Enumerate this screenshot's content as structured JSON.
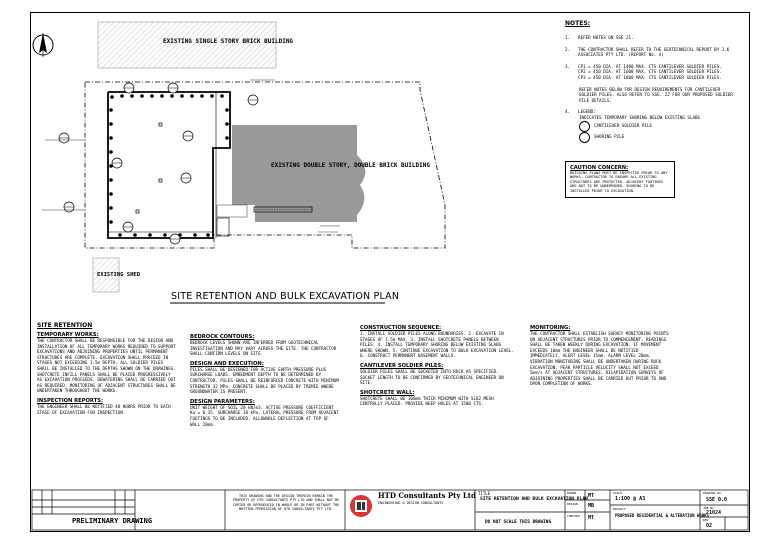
{
  "plan": {
    "title": "SITE RETENTION AND BULK EXCAVATION PLAN",
    "existing_single_story": "EXISTING SINGLE STORY\nBRICK BUILDING",
    "existing_double_story": "EXISTING DOUBLE\nSTORY, DOUBLE\nBRICK BUILDING",
    "existing_shed": "EXISTING\nSHED"
  },
  "notes": {
    "heading": "NOTES:",
    "items": [
      {
        "num": "1.",
        "text": "REFER NOTES ON SSE 21."
      },
      {
        "num": "2.",
        "text": "THE CONTRACTOR SHALL REFER TO THE GEOTECHNICAL REPORT BY J.K ASSOCIATES PTY LTD. (REPORT No. 4)"
      },
      {
        "num": "3.",
        "text": "CP1 = 450 DIA. AT 1400 MAX. CTS CANTILEVER SOLDIER PILES.\nCP2 = 450 DIA. AT 1600 MAX. CTS CANTILEVER SOLDIER PILES.\nCP3 = 450 DIA. AT 1800 MAX. CTS CANTILEVER SOLDIER PILES."
      },
      {
        "num": "",
        "text": "REFER NOTES BELOW FOR DESIGN REQUIREMENTS FOR CANTILEVER SOLDIER PILES. ALSO REFER TO SSE. 22 FOR OUR PROPOSED SOLDIER PILE DETAILS."
      },
      {
        "num": "4.",
        "text": "LEGEND:"
      }
    ],
    "legend": [
      "INDICATES TEMPORARY SHORING BELOW EXISTING SLABS",
      "CANTILEVER SOLDIER PILE",
      "SHORING PILE"
    ],
    "caution_heading": "CAUTION CONCERN:",
    "caution_text": "BUILDING PLANS MUST BE INSPECTED PRIOR TO ANY WORKS. CONTRACTOR TO ENSURE ALL EXISTING STRUCTURES ARE PROTECTED. ADJACENT FOOTINGS ARE NOT TO BE UNDERMINED. SHORING TO BE INSTALLED PRIOR TO EXCAVATION."
  },
  "sections": [
    {
      "heading": "SITE RETENTION",
      "sub": "TEMPORARY WORKS:",
      "text": "THE CONTRACTOR SHALL BE RESPONSIBLE FOR THE DESIGN AND INSTALLATION OF ALL TEMPORARY WORKS REQUIRED TO SUPPORT EXCAVATIONS AND ADJOINING PROPERTIES UNTIL PERMANENT STRUCTURES ARE COMPLETE. EXCAVATION SHALL PROCEED IN STAGES NOT EXCEEDING 1.5m DEPTH. ALL SOLDIER PILES SHALL BE INSTALLED TO THE DEPTHS SHOWN ON THE DRAWINGS. SHOTCRETE INFILL PANELS SHALL BE PLACED PROGRESSIVELY AS EXCAVATION PROCEEDS. DEWATERING SHALL BE CARRIED OUT AS REQUIRED. MONITORING OF ADJACENT STRUCTURES SHALL BE UNDERTAKEN THROUGHOUT THE WORKS.",
      "sub2": "INSPECTION REPORTS:",
      "text2": "THE ENGINEER SHALL BE NOTIFIED 48 HOURS PRIOR TO EACH STAGE OF EXCAVATION FOR INSPECTION."
    },
    {
      "heading": "",
      "sub": "BEDROCK CONTOURS:",
      "text": "BEDROCK LEVELS SHOWN ARE INFERRED FROM GEOTECHNICAL INVESTIGATION AND MAY VARY ACROSS THE SITE. THE CONTRACTOR SHALL CONFIRM LEVELS ON SITE.",
      "sub2": "DESIGN AND EXECUTION:",
      "text2": "PILES SHALL BE DESIGNED FOR ACTIVE EARTH PRESSURE PLUS SURCHARGE LOADS. EMBEDMENT DEPTH TO BE DETERMINED BY CONTRACTOR. PILES SHALL BE REINFORCED CONCRETE WITH MINIMUM STRENGTH 32 MPa. CONCRETE SHALL BE PLACED BY TREMIE WHERE GROUNDWATER IS PRESENT.",
      "sub3": "DESIGN PARAMETERS:",
      "text3": "UNIT WEIGHT OF SOIL 20 kN/m3. ACTIVE PRESSURE COEFFICIENT Ka = 0.35. SURCHARGE 10 kPa. LATERAL PRESSURE FROM ADJACENT FOOTINGS TO BE INCLUDED. ALLOWABLE DEFLECTION AT TOP OF WALL 20mm."
    },
    {
      "heading": "",
      "sub": "CONSTRUCTION SEQUENCE:",
      "text": "1. INSTALL SOLDIER PILES ALONG BOUNDARIES. 2. EXCAVATE IN STAGES OF 1.5m MAX. 3. INSTALL SHOTCRETE PANELS BETWEEN PILES. 4. INSTALL TEMPORARY SHORING BELOW EXISTING SLABS WHERE SHOWN. 5. CONTINUE EXCAVATION TO BULK EXCAVATION LEVEL. 6. CONSTRUCT PERMANENT BASEMENT WALLS.",
      "sub2": "CANTILEVER SOLDIER PILES:",
      "text2": "SOLDIER PILES SHALL BE SOCKETED INTO ROCK AS SPECIFIED. SOCKET LENGTH TO BE CONFIRMED BY GEOTECHNICAL ENGINEER ON SITE.",
      "sub3": "SHOTCRETE WALL:",
      "text3": "SHOTCRETE SHALL BE 100mm THICK MINIMUM WITH SL82 MESH CENTRALLY PLACED. PROVIDE WEEP HOLES AT 1500 CTS."
    },
    {
      "heading": "",
      "sub": "MONITORING:",
      "text": "THE CONTRACTOR SHALL ESTABLISH SURVEY MONITORING POINTS ON ADJACENT STRUCTURES PRIOR TO COMMENCEMENT. READINGS SHALL BE TAKEN WEEKLY DURING EXCAVATION. IF MOVEMENT EXCEEDS 10mm THE ENGINEER SHALL BE NOTIFIED IMMEDIATELY. ALERT LEVEL 15mm. ALARM LEVEL 20mm. VIBRATION MONITORING SHALL BE UNDERTAKEN DURING ROCK EXCAVATION. PEAK PARTICLE VELOCITY SHALL NOT EXCEED 5mm/s AT ADJACENT STRUCTURES. DILAPIDATION SURVEYS OF ADJOINING PROPERTIES SHALL BE CARRIED OUT PRIOR TO AND UPON COMPLETION OF WORKS."
    }
  ],
  "title_block": {
    "preliminary": "PRELIMINARY DRAWING",
    "copyright": "THIS DRAWING AND THE DESIGN THEREIN REMAIN THE PROPERTY OF HTD CONSULTANTS PTY LTD AND SHALL NOT BE COPIED OR REPRODUCED IN WHOLE OR IN PART WITHOUT THE WRITTEN PERMISSION OF HTD CONSULTANTS PTY LTD.",
    "firm_name": "HTD Consultants Pty Ltd",
    "firm_sub": "ENGINEERING & DESIGN CONSULTANTS",
    "drawing_title_label": "TITLE",
    "drawing_title": "SITE RETENTION AND BULK\nEXCAVATION PLAN",
    "do_not_scale": "DO NOT SCALE THIS DRAWING",
    "drawn_label": "DRAWN",
    "drawn": "MT",
    "designed_label": "DESIGN",
    "designed": "MB",
    "checked_label": "CHECKED",
    "checked": "MT",
    "scale_label": "SCALE",
    "scale": "1:100 @ A3",
    "client_label": "PROJECT",
    "project": "PROPOSED RESIDENTIAL &\nALTERATION WORKS",
    "drawing_no_label": "DRAWING No.",
    "drawing_no": "SSE 0.0",
    "job_label": "JOB No.",
    "job_no": "21024",
    "rev_label": "REV",
    "rev": "02"
  }
}
